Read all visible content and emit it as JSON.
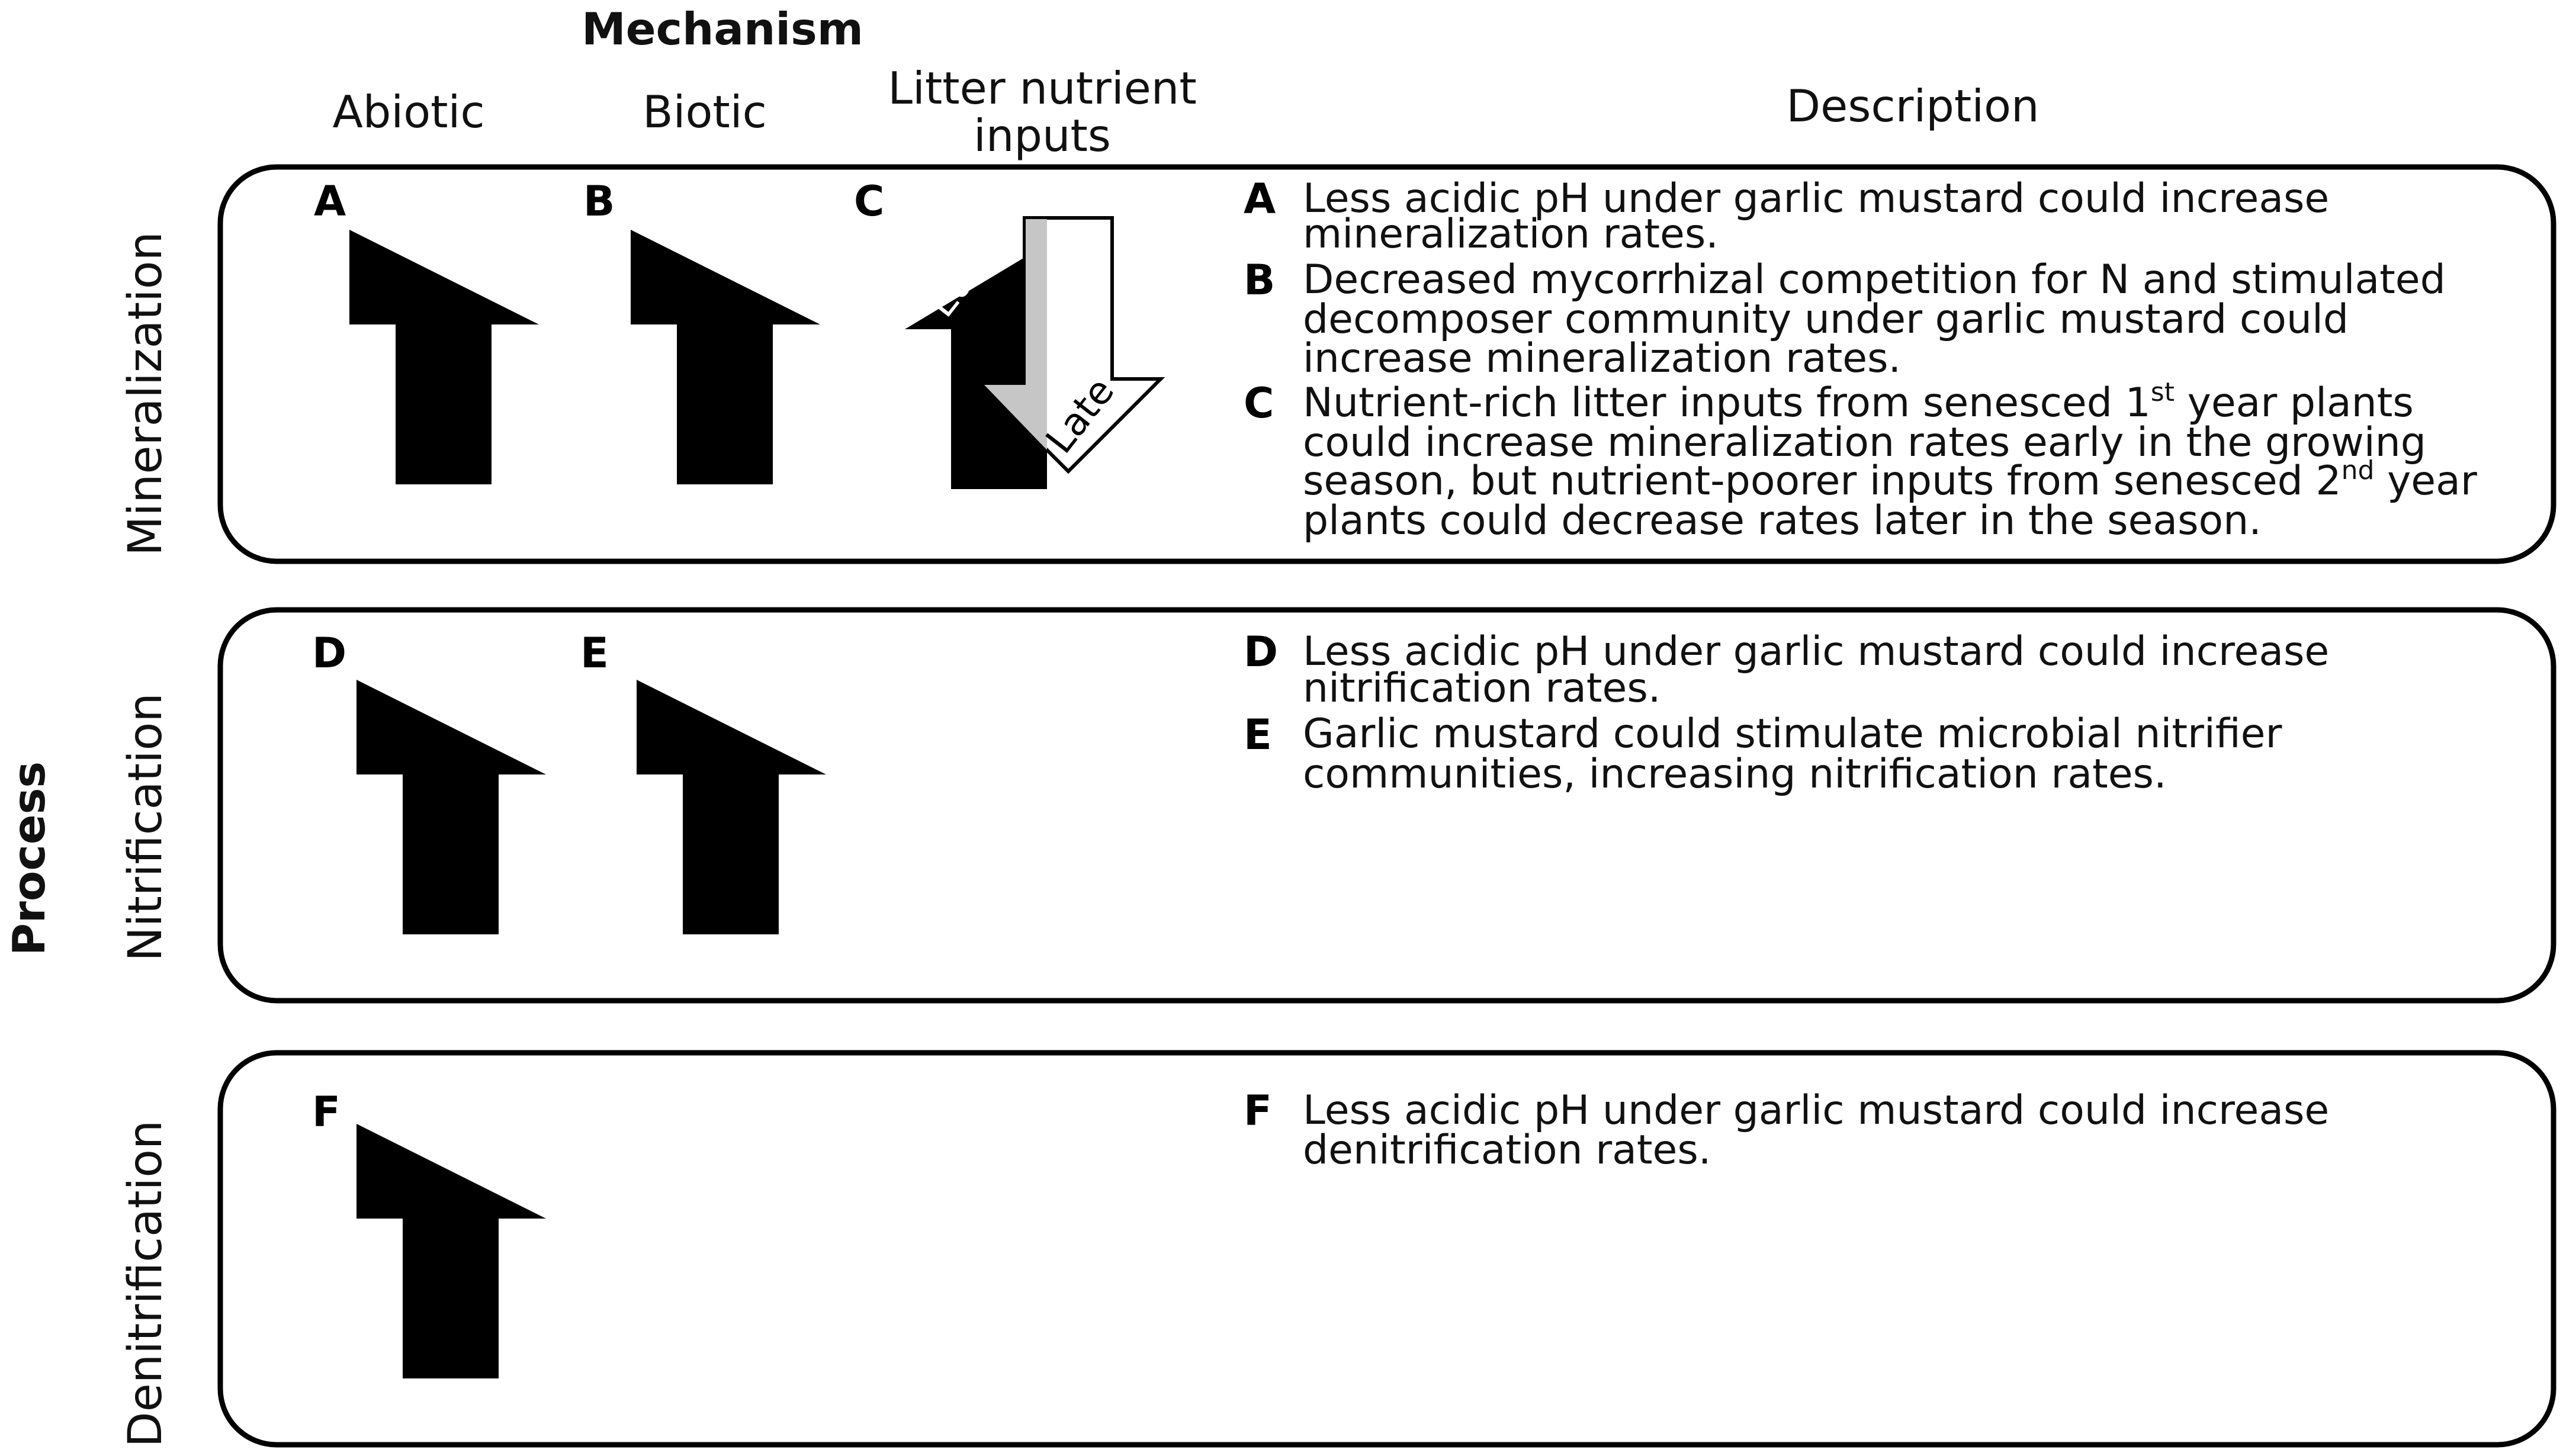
{
  "header": {
    "mechanism": "Mechanism",
    "abiotic": "Abiotic",
    "biotic": "Biotic",
    "litter_line1": "Litter nutrient",
    "litter_line2": "inputs",
    "description": "Description"
  },
  "process_label": "Process",
  "rows": [
    {
      "label": "Mineralization",
      "panels": [
        {
          "letter": "A",
          "effect": "increase"
        },
        {
          "letter": "B",
          "effect": "increase"
        },
        {
          "letter": "C",
          "effect": "increase early, decrease late",
          "early_label": "Early",
          "late_label": "Late"
        }
      ],
      "descriptions": [
        {
          "letter": "A",
          "lines": [
            "Less acidic pH under garlic mustard could increase",
            "mineralization rates."
          ]
        },
        {
          "letter": "B",
          "lines": [
            "Decreased mycorrhizal competition for N and stimulated",
            "decomposer community under garlic mustard could",
            "increase mineralization rates."
          ]
        },
        {
          "letter": "C",
          "line1_a": "Nutrient-rich litter inputs from senesced 1",
          "line1_sup": "st",
          "line1_b": " year plants",
          "line2": "could increase mineralization rates early in the growing",
          "line3": "season, but nutrient-poorer inputs from senesced 2",
          "line3_sup": "nd",
          "line3_b": " year",
          "line4": "plants could decrease rates later in the season."
        }
      ]
    },
    {
      "label": "Nitrification",
      "panels": [
        {
          "letter": "D",
          "effect": "increase"
        },
        {
          "letter": "E",
          "effect": "increase"
        }
      ],
      "descriptions": [
        {
          "letter": "D",
          "lines": [
            "Less acidic pH under garlic mustard could increase",
            "nitrification rates."
          ]
        },
        {
          "letter": "E",
          "lines": [
            "Garlic mustard could stimulate microbial nitrifier",
            "communities, increasing nitrification rates."
          ]
        }
      ]
    },
    {
      "label": "Denitrification",
      "panels": [
        {
          "letter": "F",
          "effect": "increase"
        }
      ],
      "descriptions": [
        {
          "letter": "F",
          "lines": [
            "Less acidic pH under garlic mustard could increase",
            "denitrification rates."
          ]
        }
      ]
    }
  ]
}
